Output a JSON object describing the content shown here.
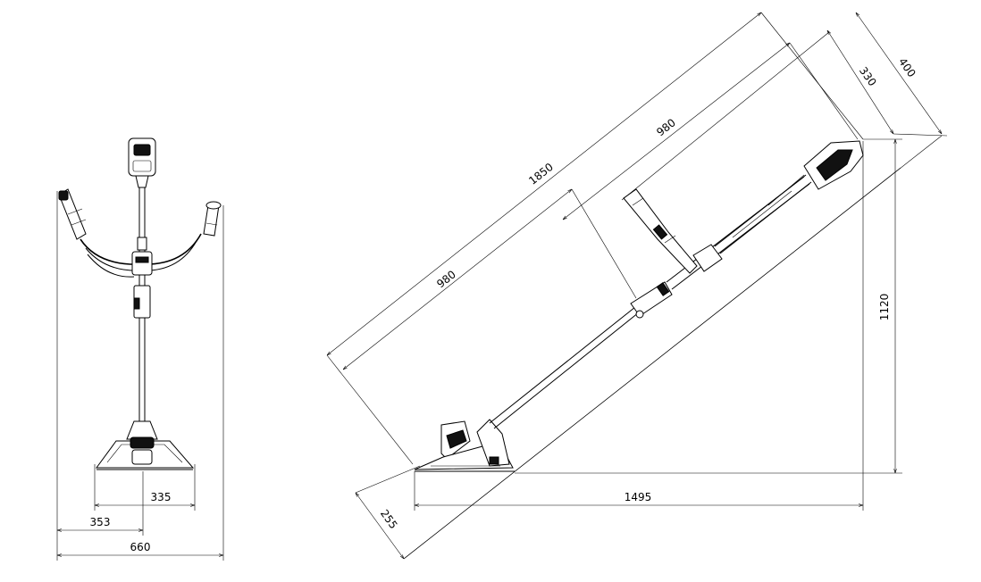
{
  "front_view": {
    "dimensions": {
      "head_width": "335",
      "offset_to_center": "353",
      "handle_width": "660"
    }
  },
  "side_view": {
    "dimensions": {
      "overall_length": "1850",
      "upper_section": "980",
      "lower_section": "980",
      "motor_width": "330",
      "motor_depth": "400",
      "height": "1120",
      "horizontal_span": "1495",
      "head_offset": "255"
    }
  },
  "colors": {
    "line": "#000000",
    "background": "#ffffff"
  }
}
